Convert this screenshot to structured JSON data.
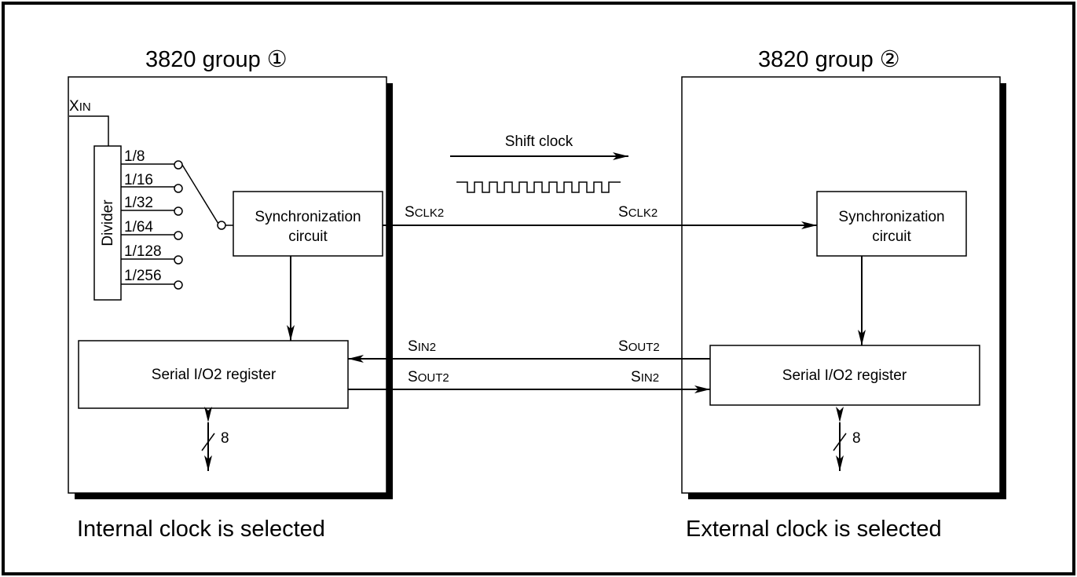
{
  "left_group": {
    "title": "3820 group ①",
    "caption": "Internal clock is selected",
    "xin_label": "X",
    "xin_sub": "IN",
    "divider_label": "Divider",
    "ratios": [
      "1/8",
      "1/16",
      "1/32",
      "1/64",
      "1/128",
      "1/256"
    ],
    "sync_line1": "Synchronization",
    "sync_line2": "circuit",
    "register_label": "Serial I/O2 register",
    "bus_width": "8"
  },
  "right_group": {
    "title": "3820 group ②",
    "caption": "External clock is selected",
    "sync_line1": "Synchronization",
    "sync_line2": "circuit",
    "register_label": "Serial I/O2 register",
    "bus_width": "8"
  },
  "shift_clock_label": "Shift clock",
  "signals": {
    "sclk_left": {
      "main": "S",
      "sub": "CLK2"
    },
    "sclk_right": {
      "main": "S",
      "sub": "CLK2"
    },
    "sin_left": {
      "main": "S",
      "sub": "IN2"
    },
    "sout_right": {
      "main": "S",
      "sub": "OUT2"
    },
    "sout_left": {
      "main": "S",
      "sub": "OUT2"
    },
    "sin_right": {
      "main": "S",
      "sub": "IN2"
    }
  }
}
